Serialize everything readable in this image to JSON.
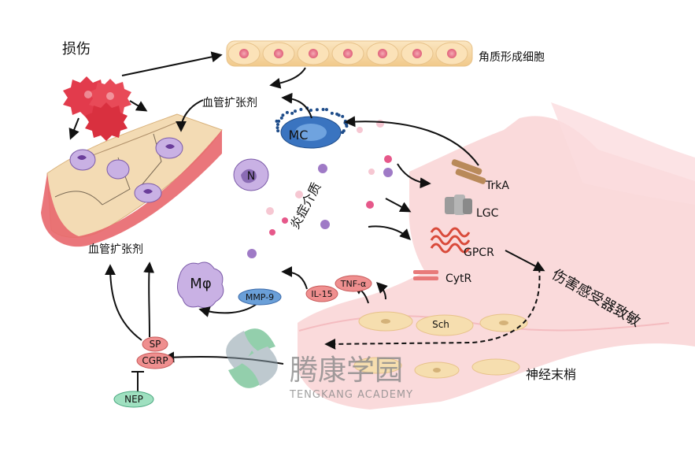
{
  "labels": {
    "injury": "损伤",
    "keratinocyte": "角质形成细胞",
    "vasodilator_top": "血管扩张剂",
    "vasodilator_bottom": "血管扩张剂",
    "mast_cell": "MC",
    "neutrophil": "N",
    "inflammatory_mediators": "炎症介质",
    "trka": "TrkA",
    "lgc": "LGC",
    "gpcr": "GPCR",
    "cytr": "CytR",
    "nociceptor_sensitization": "伤害感受器致敏",
    "schwann": "Sch",
    "nerve_ending": "神经末梢",
    "tnf": "TNF-α",
    "il15": "IL-15",
    "mmp9": "MMP-9",
    "macrophage": "Mφ",
    "sp": "SP",
    "cgrp": "CGRP",
    "nep": "NEP",
    "watermark_cn": "腾康学园",
    "watermark_en": "TENGKANG ACADEMY"
  },
  "colors": {
    "skin_tan": "#f6d9a6",
    "nucleus_pink": "#f08a9a",
    "mast_cell_blue": "#3a74c0",
    "nerve_pink": "#f7c9cd",
    "vessel_red": "#e8676d",
    "purple_cell": "#b79bd8",
    "label_red": "#ef8f8f",
    "label_blue": "#6a9fd8",
    "label_green": "#9fe0c0"
  }
}
